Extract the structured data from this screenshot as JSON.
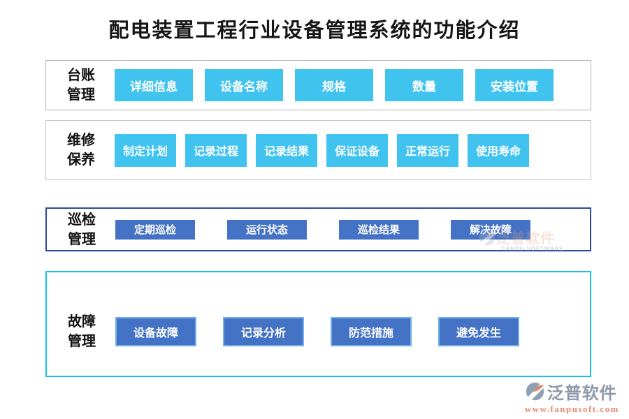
{
  "title": "配电装置工程行业设备管理系统的功能介绍",
  "sections": [
    {
      "id": "ledger",
      "label_lines": [
        "台账",
        "管理"
      ],
      "style": "sky",
      "buttons": [
        "详细信息",
        "设备名称",
        "规格",
        "数量",
        "安装位置"
      ]
    },
    {
      "id": "maintenance",
      "label_lines": [
        "维修",
        "保养"
      ],
      "style": "sky",
      "buttons": [
        "制定计划",
        "记录过程",
        "记录结果",
        "保证设备",
        "正常运行",
        "使用寿命"
      ]
    },
    {
      "id": "inspection",
      "label_lines": [
        "巡检",
        "管理"
      ],
      "style": "royal",
      "buttons": [
        "定期巡检",
        "运行状态",
        "巡检结果",
        "解决故障"
      ]
    },
    {
      "id": "fault",
      "label_lines": [
        "故障",
        "管理"
      ],
      "style": "royal-bordered",
      "buttons": [
        "设备故障",
        "记录分析",
        "防范措施",
        "避免发生"
      ]
    }
  ],
  "watermark": {
    "cjk": "泛普软件",
    "latin": "FANPU SOFTWARE"
  },
  "footer": {
    "brand": "泛普软件",
    "url": "www.fanpusoft.com"
  },
  "colors": {
    "button_sky": "#41c3f0",
    "button_royal": "#4472c4",
    "button_royal_border": "#6db1e8",
    "row_gray_border": "#b4b4b4",
    "row_navy_border": "#2d4a9e",
    "row_cyan_border": "#16c2ec",
    "brand_gray": "#8e9aa9",
    "brand_orange": "#e78a6e",
    "title_color": "#161616"
  }
}
